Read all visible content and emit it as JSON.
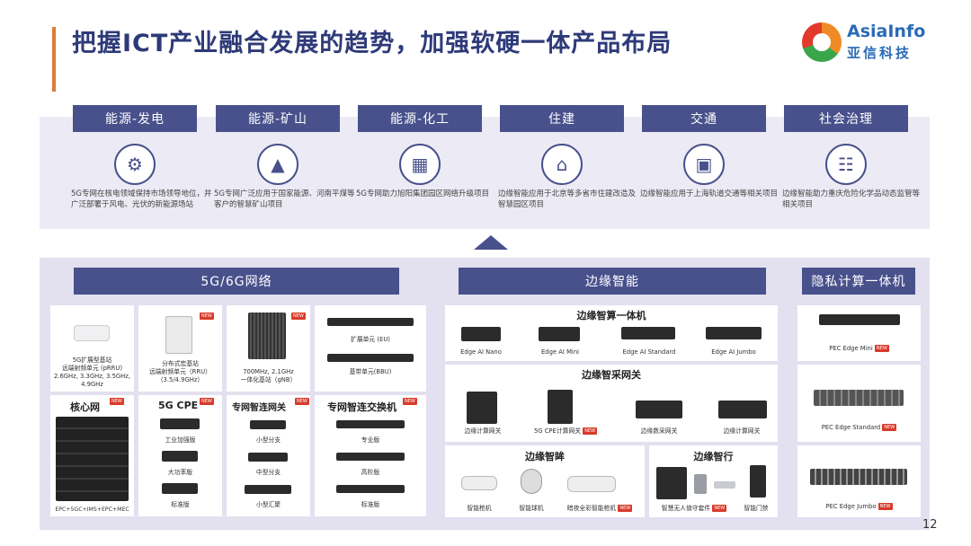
{
  "header": {
    "title": "把握ICT产业融合发展的趋势，加强软硬一体产品布局",
    "logo_en": "AsiaInfo",
    "logo_cn": "亚信科技"
  },
  "industries": [
    {
      "label": "能源-发电",
      "icon": "power-gear-icon",
      "desc": "5G专网在核电领域保持市场领导地位，并广泛部署于风电、光伏的新能源场站"
    },
    {
      "label": "能源-矿山",
      "icon": "mountain-icon",
      "desc": "5G专网广泛应用于国家能源、河南平煤等客户的智慧矿山项目"
    },
    {
      "label": "能源-化工",
      "icon": "factory-icon",
      "desc": "5G专网助力旭阳集团园区网络升级项目"
    },
    {
      "label": "住建",
      "icon": "house-icon",
      "desc": "边缘智能应用于北京等多省市住建改造及智慧园区项目"
    },
    {
      "label": "交通",
      "icon": "bus-icon",
      "desc": "边缘智能应用于上海轨道交通等相关项目"
    },
    {
      "label": "社会治理",
      "icon": "network-icon",
      "desc": "边缘智能助力重庆危险化学品动态监管等相关项目"
    }
  ],
  "badge": "NEW",
  "network": {
    "title": "5G/6G网络",
    "ran": [
      {
        "label": "5G扩展型基站\n远端射频单元 (pRRU)\n2.6GHz, 3.3GHz, 3.5GHz,\n4.9GHz"
      },
      {
        "label": "分布式宏基站\n远端射频单元（RRU）\n（3.5/4.9GHz）"
      },
      {
        "label": "700MHz, 2.1GHz\n一体化基站（gNB）"
      }
    ],
    "units": [
      "扩展单元 (EU)",
      "基带单元(BBU)"
    ],
    "core": {
      "title": "核心网",
      "label": "EPC+5GC+IMS+EPC+MEC"
    },
    "cpe": {
      "title": "5G CPE",
      "items": [
        "工业加强版",
        "大功率版",
        "标准版"
      ]
    },
    "gateway": {
      "title": "专网智连网关",
      "items": [
        "小型分支",
        "中型分支",
        "小型汇聚"
      ]
    },
    "switch": {
      "title": "专网智连交换机",
      "items": [
        "专业版",
        "高阶版",
        "标准版"
      ]
    }
  },
  "edge": {
    "title": "边缘智能",
    "computer": {
      "title": "边缘智算一体机",
      "items": [
        "Edge AI Nano",
        "Edge AI Mini",
        "Edge AI Standard",
        "Edge AI Jumbo"
      ]
    },
    "gatewayc": {
      "title": "边缘智采网关",
      "items": [
        "边缘计算网关",
        "5G CPE计算网关",
        "边缘数采网关",
        "边缘计算网关"
      ]
    },
    "vision": {
      "title": "边缘智眸",
      "items": [
        "智能枪机",
        "智能球机",
        "暗夜全彩智能枪机"
      ]
    },
    "action": {
      "title": "边缘智行",
      "items": [
        "智慧无人值守套件",
        "智能门禁"
      ]
    }
  },
  "privacy": {
    "title": "隐私计算一体机",
    "items": [
      "PEC Edge Mini",
      "PEC Edge Standard",
      "PEC Edge Jumbo"
    ]
  },
  "page_number": "12"
}
